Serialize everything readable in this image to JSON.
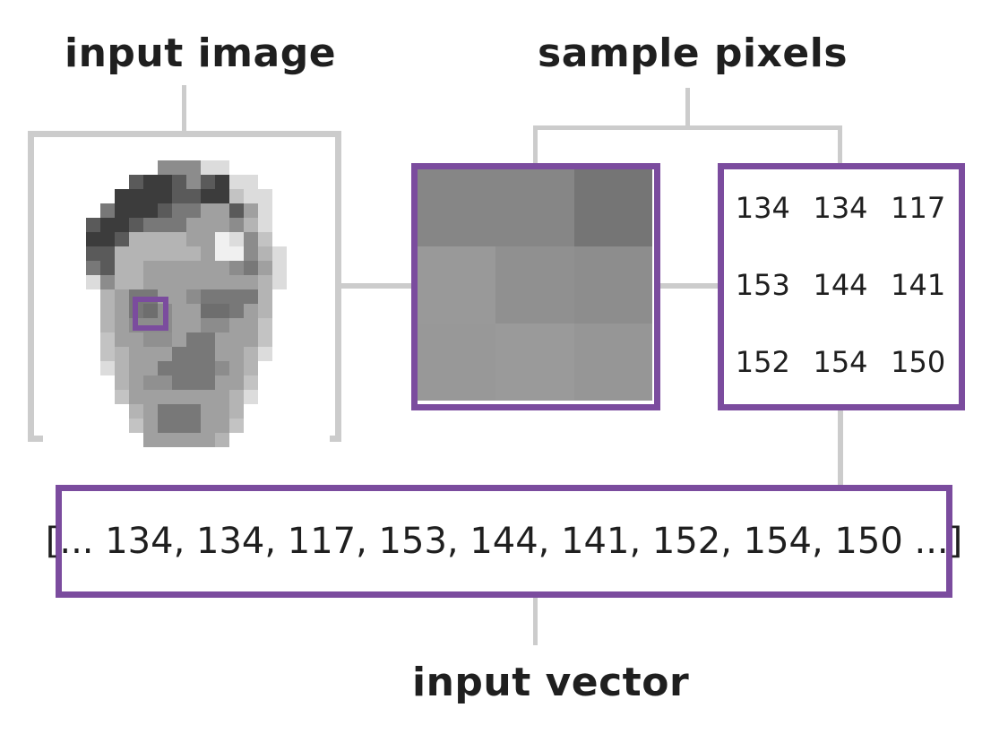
{
  "labels": {
    "input_image": "input image",
    "sample_pixels": "sample pixels",
    "input_vector": "input vector"
  },
  "sample_pixels": [
    [
      134,
      134,
      117
    ],
    [
      153,
      144,
      141
    ],
    [
      152,
      154,
      150
    ]
  ],
  "vector_text": "[... 134, 134, 117, 153, 144, 141, 152, 154, 150 ...]",
  "colors": {
    "accent": "#7b4c9e",
    "connector": "#cccccc",
    "text": "#1f1f1f"
  },
  "face_pixels": [
    "ffffffffffffffffffffffffffffffffffffffff",
    "ffffffffffffffff8c8c8cdcdcffffffffffffff",
    "ffffffffffff5a3c3c5a8c5a3cdcdcffffffffff",
    "ffffffffff3c3c3c3c5a5a3c3cc3dcdcffffffff",
    "ffffffff783c3c3c5a7878a0a05aa0dcffffffff",
    "ffffff5a3c3c5a787878a0a0a08cb4dcffffffff",
    "ffffff3c3c5ab4b4b4b4a0a0f0dc8cc3ffffffff",
    "ffffff5a5ab4b4b4b4b4b4a0f0f08cb4dcffffff",
    "ffffff785ab4b4a0a0a0a0a0a08c78a0dcffffff",
    "ffffffdc8cb4b4a0a0a0a0a0a0a0a0b4dcffffff",
    "ffffffffb4a07878a0a08c78787878b4ffffffff",
    "ffffffffb4a0786e8ca0a06e6e78a0b4ffffffff",
    "ffffffffb4a08c8c8ca0a08c8ca0a0c3ffffffff",
    "ffffffffc3a0a09090a07878a0a0a0c3ffffffff",
    "ffffffffc3b4a0a0a0787878a0a0b4dcffffffff",
    "ffffffffdcb4a0a0787878788ca0b4ffffffffff",
    "ffffffffffb4a09090787878a0a0c3ffffffffff",
    "ffffffffffc3a0a0a0a0a0a0a0b4dcffffffffff",
    "ffffffffffffb4a0787878a0a0b4ffffffffffff",
    "ffffffffffffc3a0787878a0a0c3ffffffffffff",
    "ffffffffffffffa0a0a0a0a0b4ffffffffffffff"
  ]
}
